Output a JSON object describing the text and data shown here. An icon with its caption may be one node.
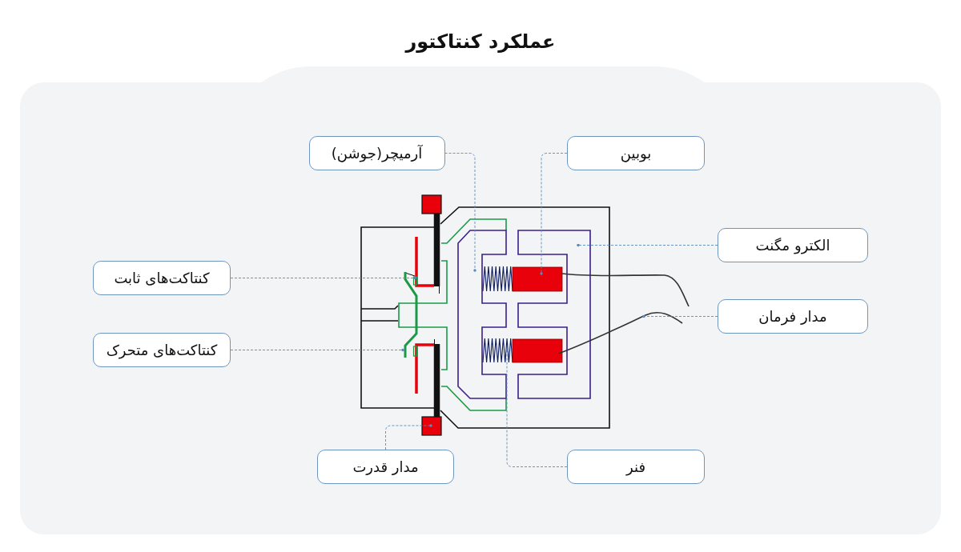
{
  "diagram": {
    "title": "عملکرد کنتاکتور",
    "nodes": [
      {
        "text": [
          "آرمیچر(جوشن)"
        ]
      },
      {
        "text": [
          "بوبین"
        ]
      },
      {
        "text": [
          "الکترو مگنت"
        ]
      },
      {
        "text": [
          "کنتاکت‌های ثابت"
        ]
      },
      {
        "text": [
          "مدار فرمان"
        ]
      },
      {
        "text": [
          "کنتاکت‌های متحرک"
        ]
      },
      {
        "text": [
          "مدار قدرت"
        ]
      },
      {
        "text": [
          "فنر"
        ]
      }
    ],
    "edges": [
      {
        "from": 0,
        "to": null,
        "arrow": "other",
        "style": "dashed"
      },
      {
        "from": 1,
        "to": null,
        "arrow": "other",
        "style": "dashed"
      },
      {
        "from": 2,
        "to": null,
        "arrow": "other",
        "style": "dashed"
      },
      {
        "from": 3,
        "to": null,
        "arrow": "other",
        "style": "dashed"
      },
      {
        "from": 4,
        "to": null,
        "arrow": "other",
        "style": "dashed"
      },
      {
        "from": 5,
        "to": null,
        "arrow": "other",
        "style": "dashed"
      },
      {
        "from": 6,
        "to": null,
        "arrow": "other",
        "style": "dashed"
      },
      {
        "from": 7,
        "to": null,
        "arrow": "other",
        "style": "dashed"
      }
    ]
  }
}
